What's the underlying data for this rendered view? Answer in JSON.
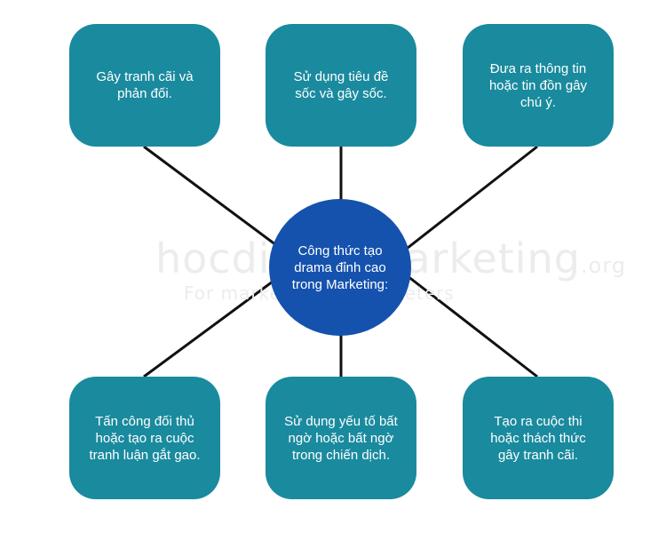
{
  "watermark": {
    "main": "hocdigitalmarketing",
    "suffix": ".org",
    "sub": "For marketers by marketers"
  },
  "center": {
    "text": "Công thức tạo drama đỉnh cao trong Marketing:"
  },
  "nodes": [
    {
      "text": "Gây tranh cãi và phản đối."
    },
    {
      "text": "Sử dụng tiêu đề sốc và gây sốc."
    },
    {
      "text": "Đưa ra thông tin hoặc tin đồn gây chú ý."
    },
    {
      "text": "Tấn công đối thủ hoặc tạo ra cuộc tranh luận gắt gao."
    },
    {
      "text": "Sử dụng yếu tố bất ngờ hoặc bất ngờ trong chiến dịch."
    },
    {
      "text": "Tạo ra cuộc thi hoặc thách thức gây tranh cãi."
    }
  ],
  "colors": {
    "node_fill": "#1a8a9e",
    "center_fill": "#1552ad",
    "connector": "#111111",
    "watermark": "#ececec"
  }
}
